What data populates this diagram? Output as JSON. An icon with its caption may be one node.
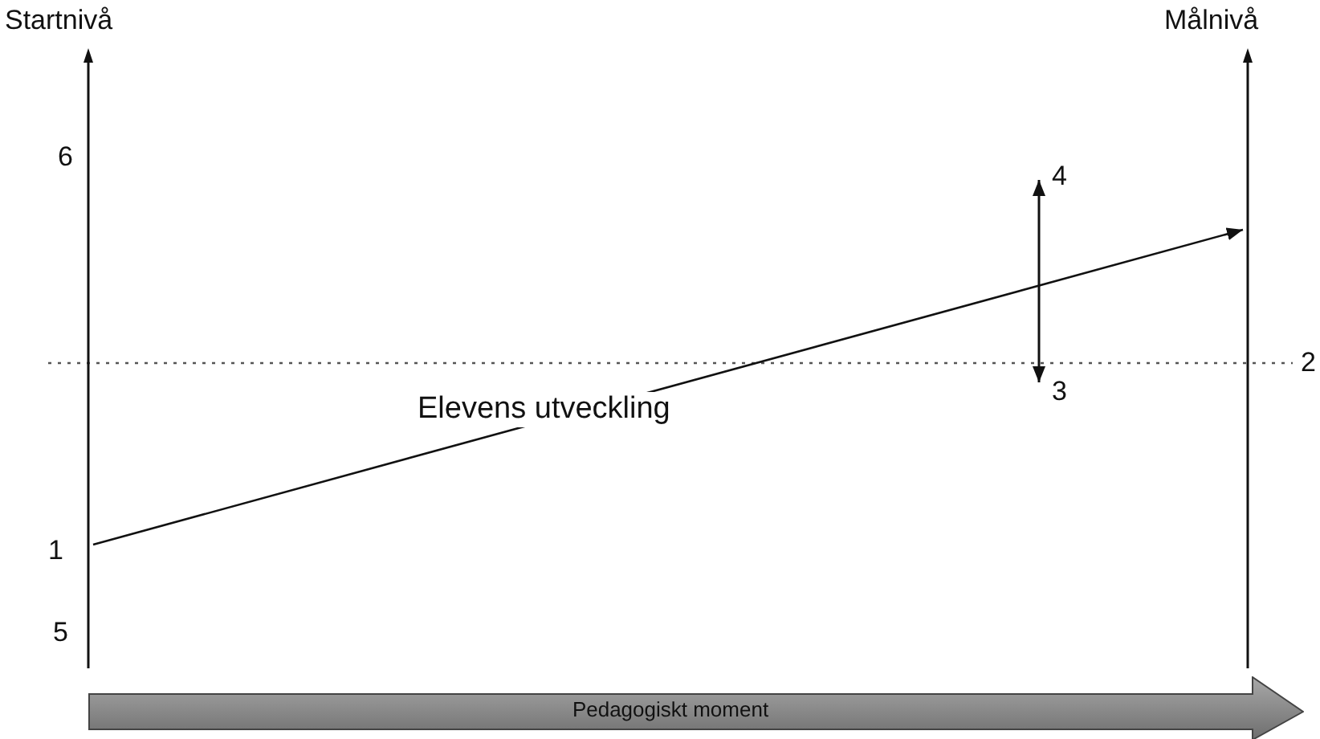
{
  "diagram": {
    "nodes": [
      {
        "text": [
          "Startnivå"
        ]
      },
      {
        "text": [
          "Målnivå"
        ]
      },
      {
        "text": [
          "Pedagogiskt moment"
        ]
      }
    ],
    "edges": [
      {
        "from": 0,
        "to": 1,
        "arrow": "to",
        "label": "Elevens utveckling"
      }
    ],
    "labels": [
      "6",
      "4",
      "2",
      "3",
      "1",
      "5"
    ]
  }
}
